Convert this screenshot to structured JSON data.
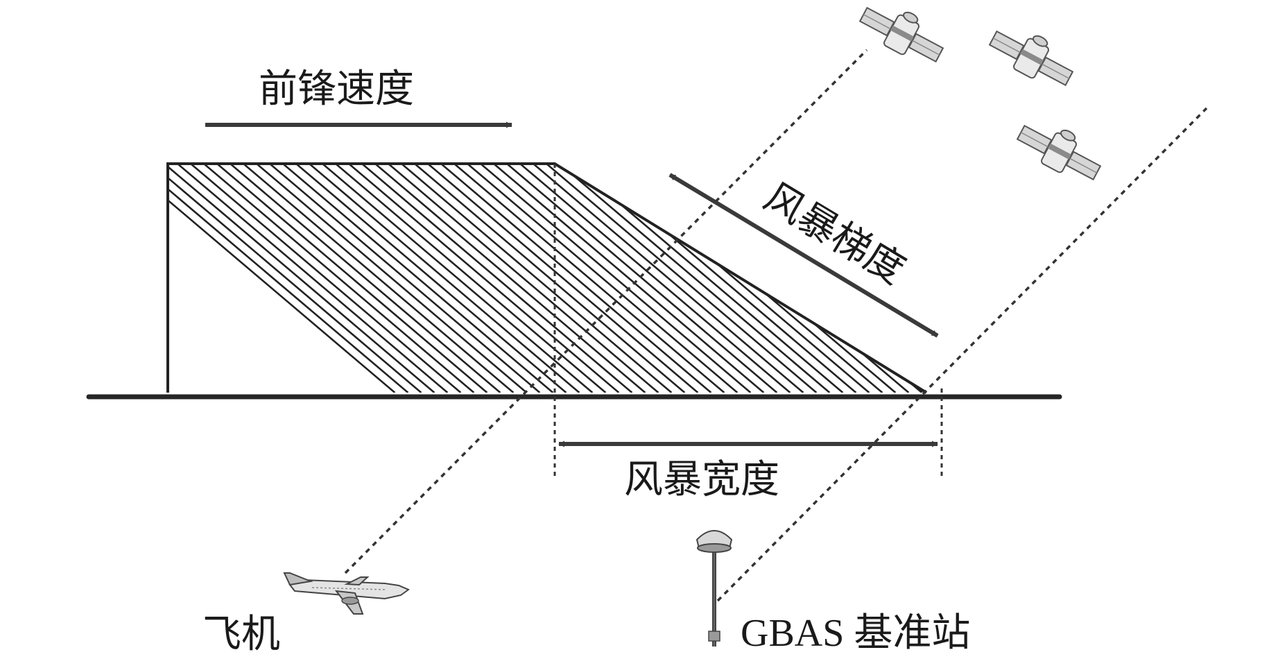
{
  "labels": {
    "front_speed": "前锋速度",
    "storm_gradient": "风暴梯度",
    "storm_width": "风暴宽度",
    "aircraft": "飞机",
    "gbas_station": "GBAS 基准站"
  },
  "icons": [
    "satellite-icon",
    "satellite-icon",
    "satellite-icon",
    "aircraft-icon",
    "gbas-antenna-icon"
  ],
  "colors": {
    "line": "#262626",
    "arrow": "#3a3a3a",
    "background": "#ffffff"
  }
}
